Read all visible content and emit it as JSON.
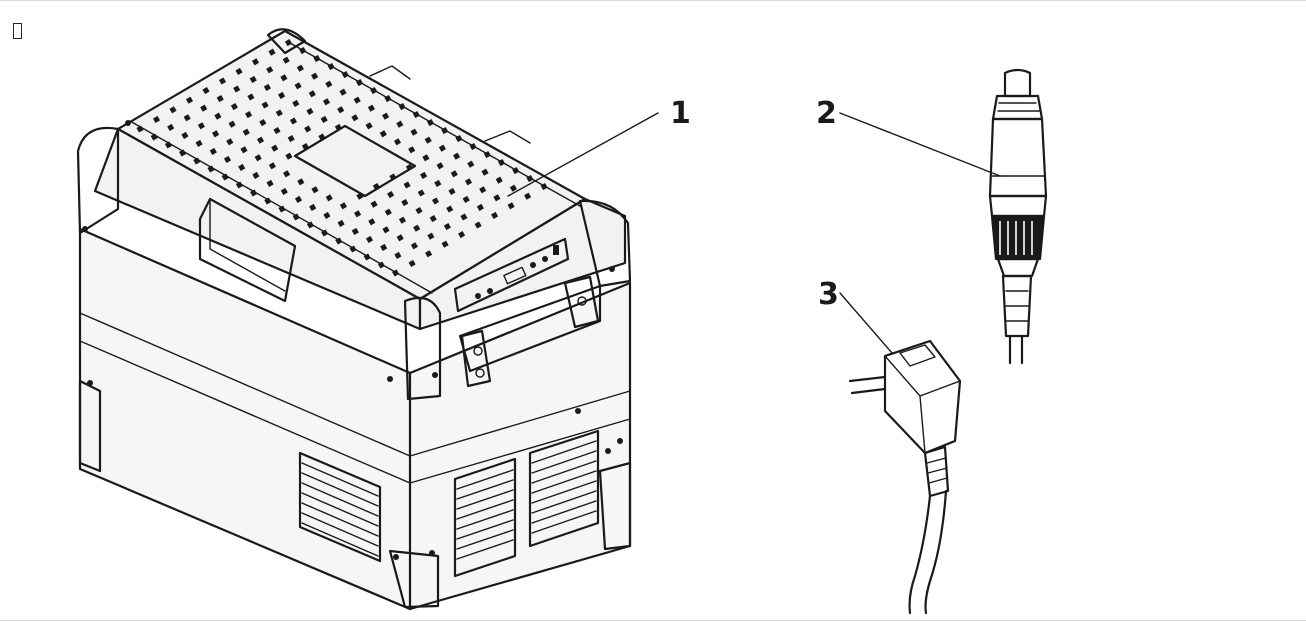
{
  "figure": {
    "corner_mark": "▯",
    "callouts": [
      {
        "number": "1"
      },
      {
        "number": "2"
      },
      {
        "number": "3"
      }
    ]
  },
  "colors": {
    "line": "#1a1a1a",
    "background": "#ffffff",
    "frame_border": "#d9d9d9"
  }
}
